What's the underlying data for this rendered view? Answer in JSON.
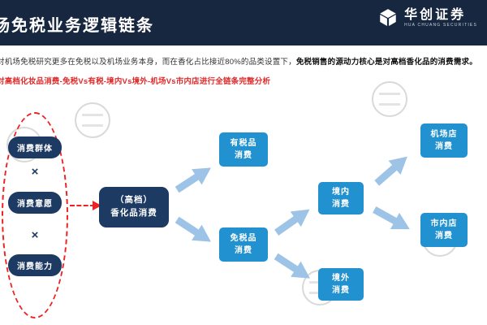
{
  "header": {
    "title": "场免税业务逻辑链条",
    "logo": {
      "cn": "华创证券",
      "en": "HUA CHUANG SECURITIES"
    }
  },
  "intro": {
    "line1_normal": "对机场免税研究更多在免税以及机场业务本身，而在香化占比接近80%的品类设置下，",
    "line1_em": "免税销售的源动力核心是对高档香化品的消费需求。",
    "line2": "对高档化妆品消费-免税Vs有税-境内Vs境外-机场Vs市内店进行全链条完整分析"
  },
  "diagram": {
    "multiply": "×",
    "drivers": [
      {
        "label": "消费群体"
      },
      {
        "label": "消费意愿"
      },
      {
        "label": "消费能力"
      }
    ],
    "center": {
      "line1": "（高档）",
      "line2": "香化品消费"
    },
    "taxed": {
      "line1": "有税品",
      "line2": "消费"
    },
    "dutyfree": {
      "line1": "免税品",
      "line2": "消费"
    },
    "domestic": {
      "line1": "境内",
      "line2": "消费"
    },
    "overseas": {
      "line1": "境外",
      "line2": "消费"
    },
    "airport": {
      "line1": "机场店",
      "line2": "消费"
    },
    "downtown": {
      "line1": "市内店",
      "line2": "消费"
    }
  },
  "colors": {
    "header_bg": "#17273f",
    "navy_box": "#1d3a63",
    "blue_box": "#2191d0",
    "arrow_blue": "#9dc3e6",
    "accent_red": "#ee2222"
  }
}
